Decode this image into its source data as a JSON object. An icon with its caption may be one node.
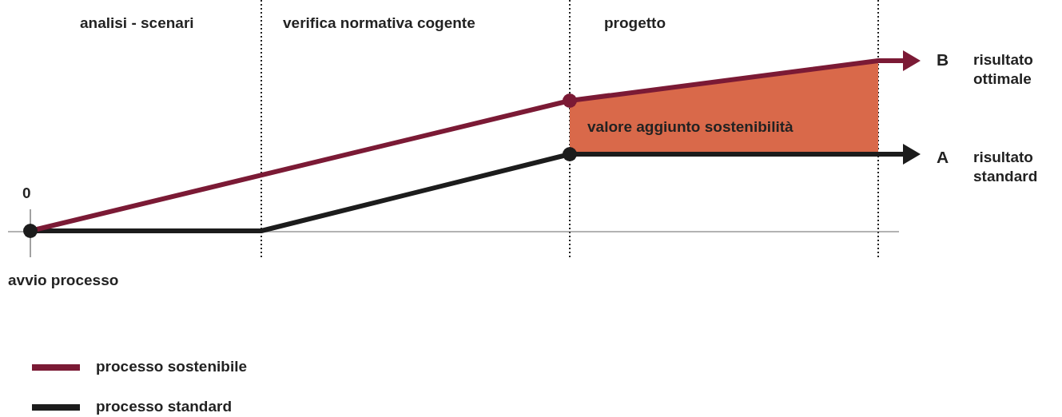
{
  "diagram": {
    "labels": [
      "analisi - scenari",
      "verifica normativa cogente",
      "progetto",
      "B",
      "risultato ottimale",
      "valore aggiunto sostenibilità",
      "A",
      "risultato standard",
      "0",
      "avvio processo"
    ],
    "legend": [
      {
        "text": "processo sostenibile",
        "color": "#7b1a35"
      },
      {
        "text": "processo standard",
        "color": "#1c1c1c"
      }
    ]
  }
}
